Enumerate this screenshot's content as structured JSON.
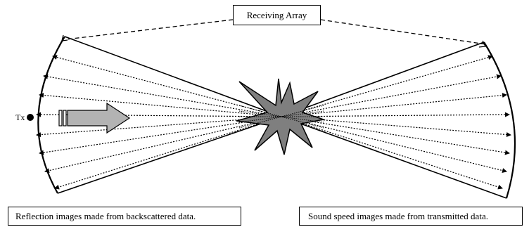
{
  "receiving_array_label": "Receiving Array",
  "transmitter_label": "Tx",
  "left_caption": "Reflection images made from backscattered data.",
  "right_caption": "Sound speed images made from transmitted data.",
  "colors": {
    "line": "#000000",
    "object_fill": "#7f7f7f",
    "arrow_fill": "#b3b3b3",
    "background": "#ffffff"
  }
}
